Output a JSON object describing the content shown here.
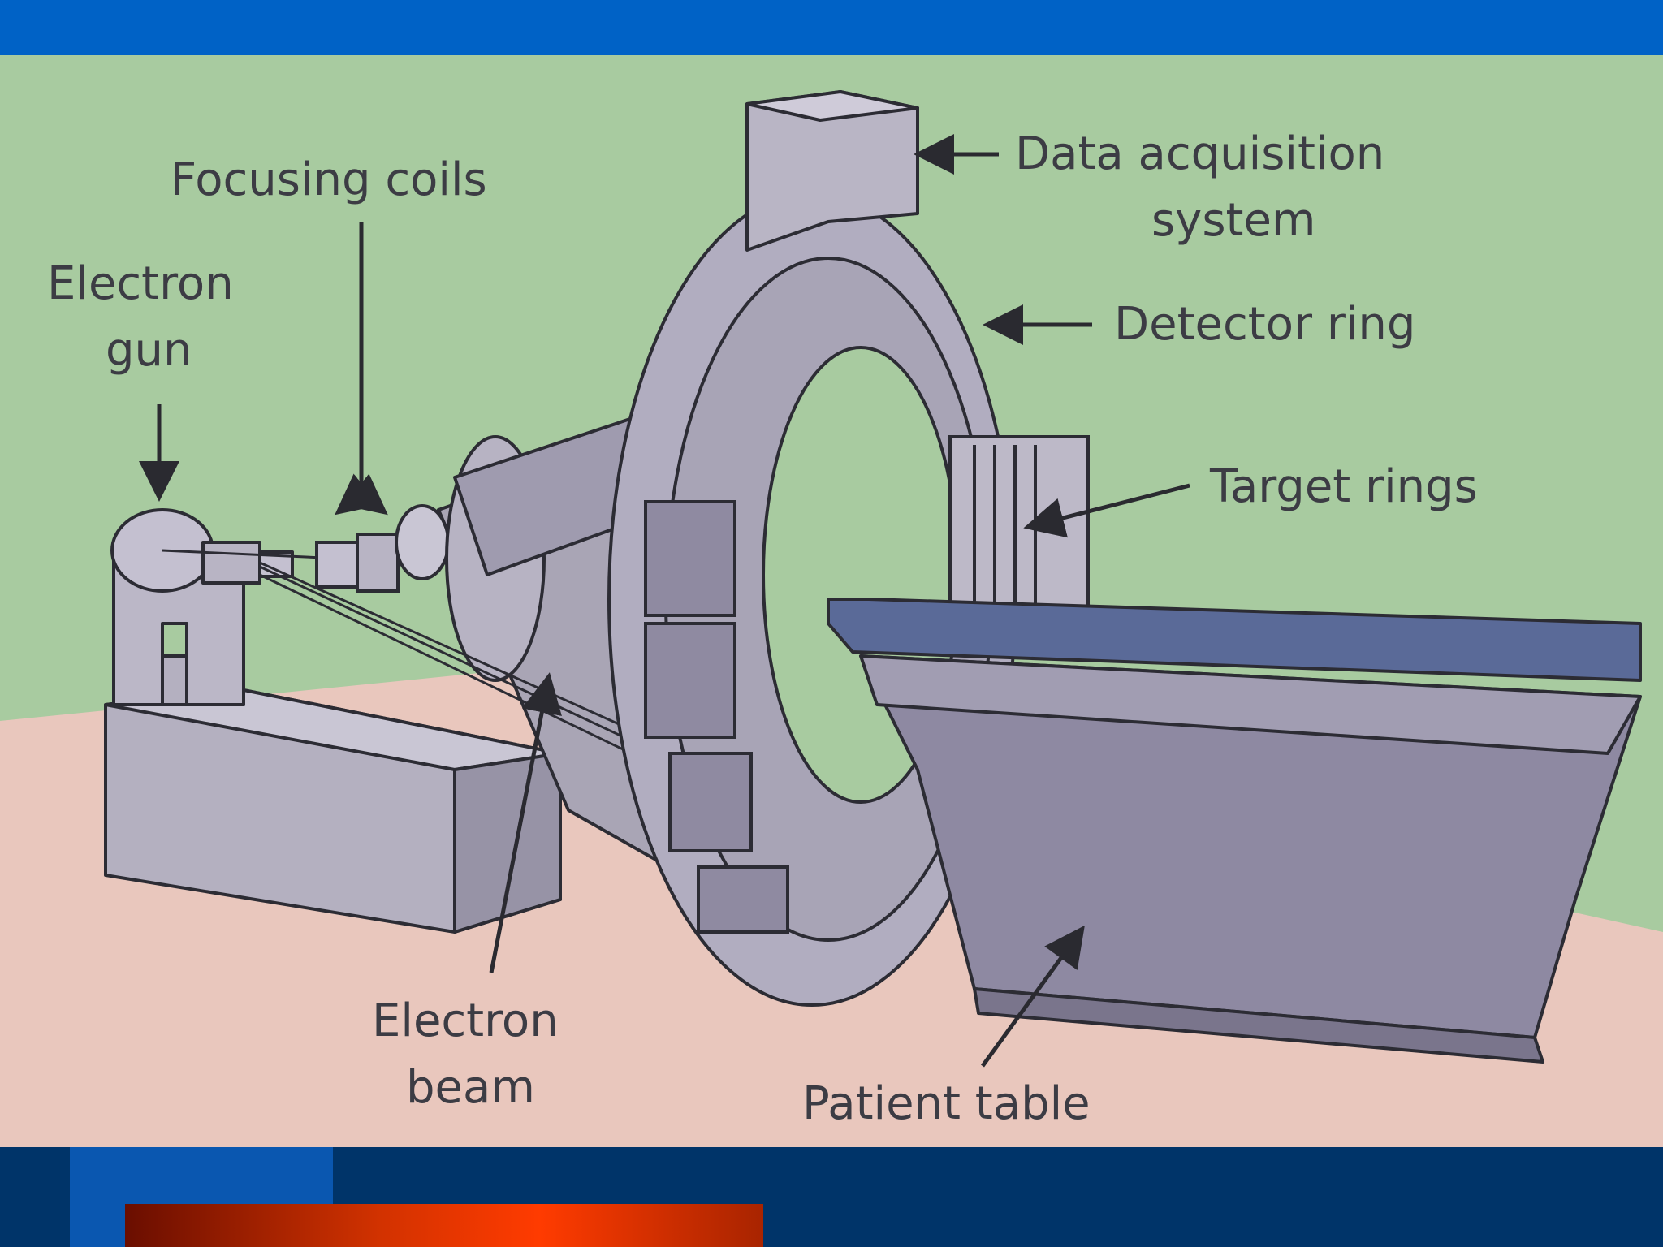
{
  "diagram": {
    "labels": {
      "focusing_coils": "Focusing coils",
      "electron_gun_line1": "Electron",
      "electron_gun_line2": "gun",
      "data_acq_line1": "Data acquisition",
      "data_acq_line2": "system",
      "detector_ring": "Detector ring",
      "target_rings": "Target rings",
      "electron_beam_line1": "Electron",
      "electron_beam_line2": "beam",
      "patient_table": "Patient table"
    }
  },
  "colors": {
    "top_bar": "#0062c6",
    "wall": "#a8cba0",
    "floor": "#e9c7bd",
    "machine": "#a7a3b3",
    "table_top": "#5a6a98",
    "footer": "#003469",
    "accent": "#ff3b00"
  }
}
